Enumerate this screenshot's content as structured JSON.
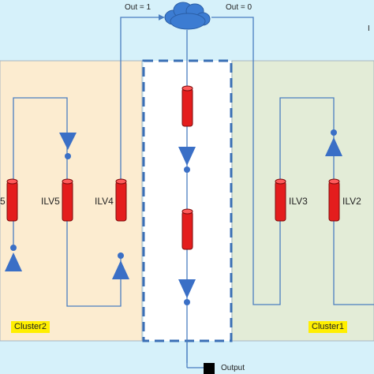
{
  "signals": {
    "out_left": "Out = 1",
    "out_right": "Out = 0",
    "partial_right": "I"
  },
  "clusters": {
    "left_name": "Cluster2",
    "right_name": "Cluster1"
  },
  "ilv_labels": {
    "far_left": "5",
    "ilv5": "ILV5",
    "ilv4": "ILV4",
    "ilv3": "ILV3",
    "ilv2": "ILV2"
  },
  "output_label": "Output",
  "colors": {
    "background": "#d6f1fa",
    "cluster_left_fill": "#fcecd0",
    "cluster_right_fill": "#e3ecd7",
    "middle_fill": "#ffffff",
    "middle_border": "#3a6fb5",
    "wire": "#4a7ec0",
    "arrow_fill": "#3a6fc6",
    "ilv_fill": "#e41d1d",
    "ilv_stroke": "#7d0b0b",
    "label_highlight": "#ffef00"
  }
}
